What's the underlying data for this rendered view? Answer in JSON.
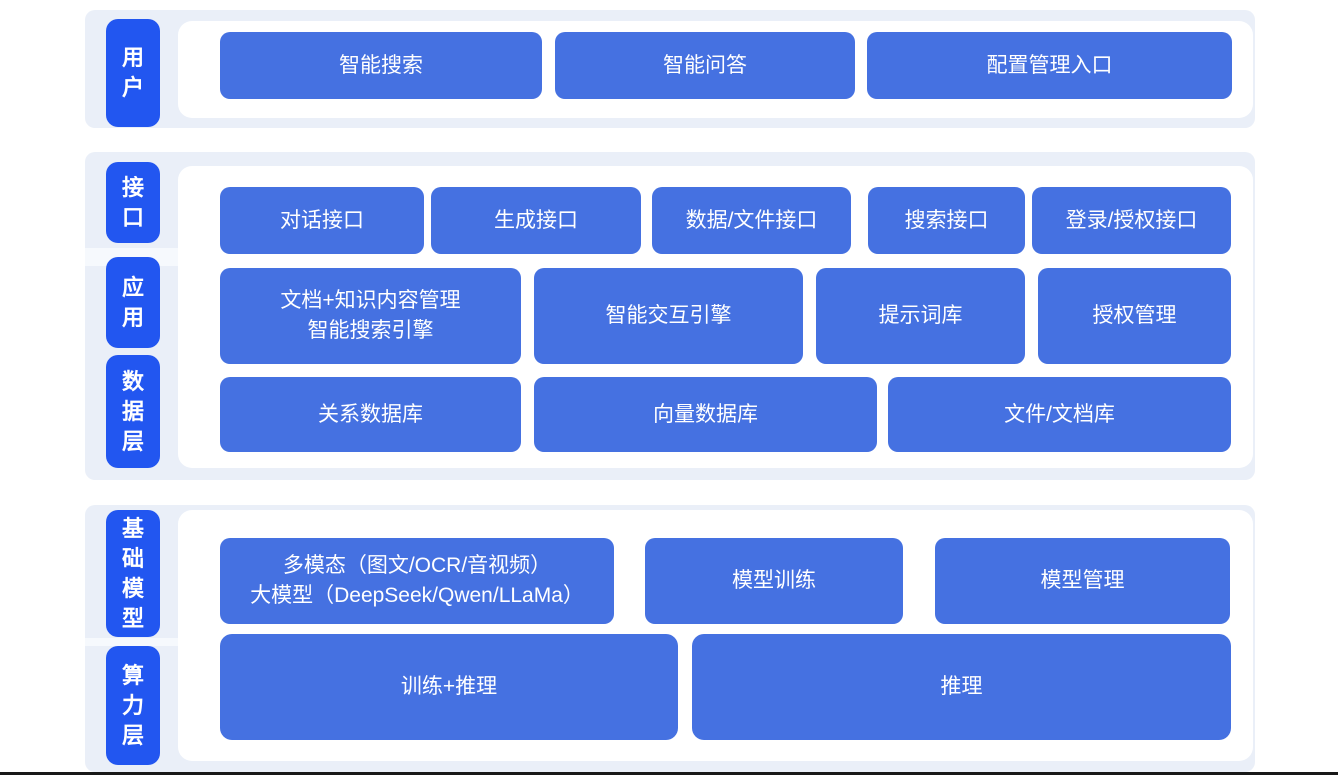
{
  "colors": {
    "label_blue": "#2256f0",
    "button_blue": "#4571e1",
    "panel_bg": "#eaeff8",
    "card_bg": "#ffffff",
    "divider": "#f6f9fd",
    "line": "#181818",
    "text_white": "#ffffff"
  },
  "groups": [
    {
      "labels": [
        {
          "text": "用户"
        }
      ],
      "rows": [
        {
          "buttons": [
            {
              "label": "智能搜索"
            },
            {
              "label": "智能问答"
            },
            {
              "label": "配置管理入口"
            }
          ]
        }
      ]
    },
    {
      "labels": [
        {
          "text": "接口"
        },
        {
          "text": "应用"
        },
        {
          "text": "数据层"
        }
      ],
      "rows": [
        {
          "buttons": [
            {
              "label": "对话接口"
            },
            {
              "label": "生成接口"
            },
            {
              "label": "数据/文件接口"
            },
            {
              "label": "搜索接口"
            },
            {
              "label": "登录/授权接口"
            }
          ]
        },
        {
          "buttons": [
            {
              "line1": "文档+知识内容管理",
              "line2": "智能搜索引擎"
            },
            {
              "label": "智能交互引擎"
            },
            {
              "label": "提示词库"
            },
            {
              "label": "授权管理"
            }
          ]
        },
        {
          "buttons": [
            {
              "label": "关系数据库"
            },
            {
              "label": "向量数据库"
            },
            {
              "label": "文件/文档库"
            }
          ]
        }
      ]
    },
    {
      "labels": [
        {
          "text": "基础模型"
        },
        {
          "text": "算力层"
        }
      ],
      "rows": [
        {
          "buttons": [
            {
              "line1": "多模态（图文/OCR/音视频）",
              "line2": "大模型（DeepSeek/Qwen/LLaMa）"
            },
            {
              "label": "模型训练"
            },
            {
              "label": "模型管理"
            }
          ]
        },
        {
          "buttons": [
            {
              "label": "训练+推理"
            },
            {
              "label": "推理"
            }
          ]
        }
      ]
    }
  ]
}
